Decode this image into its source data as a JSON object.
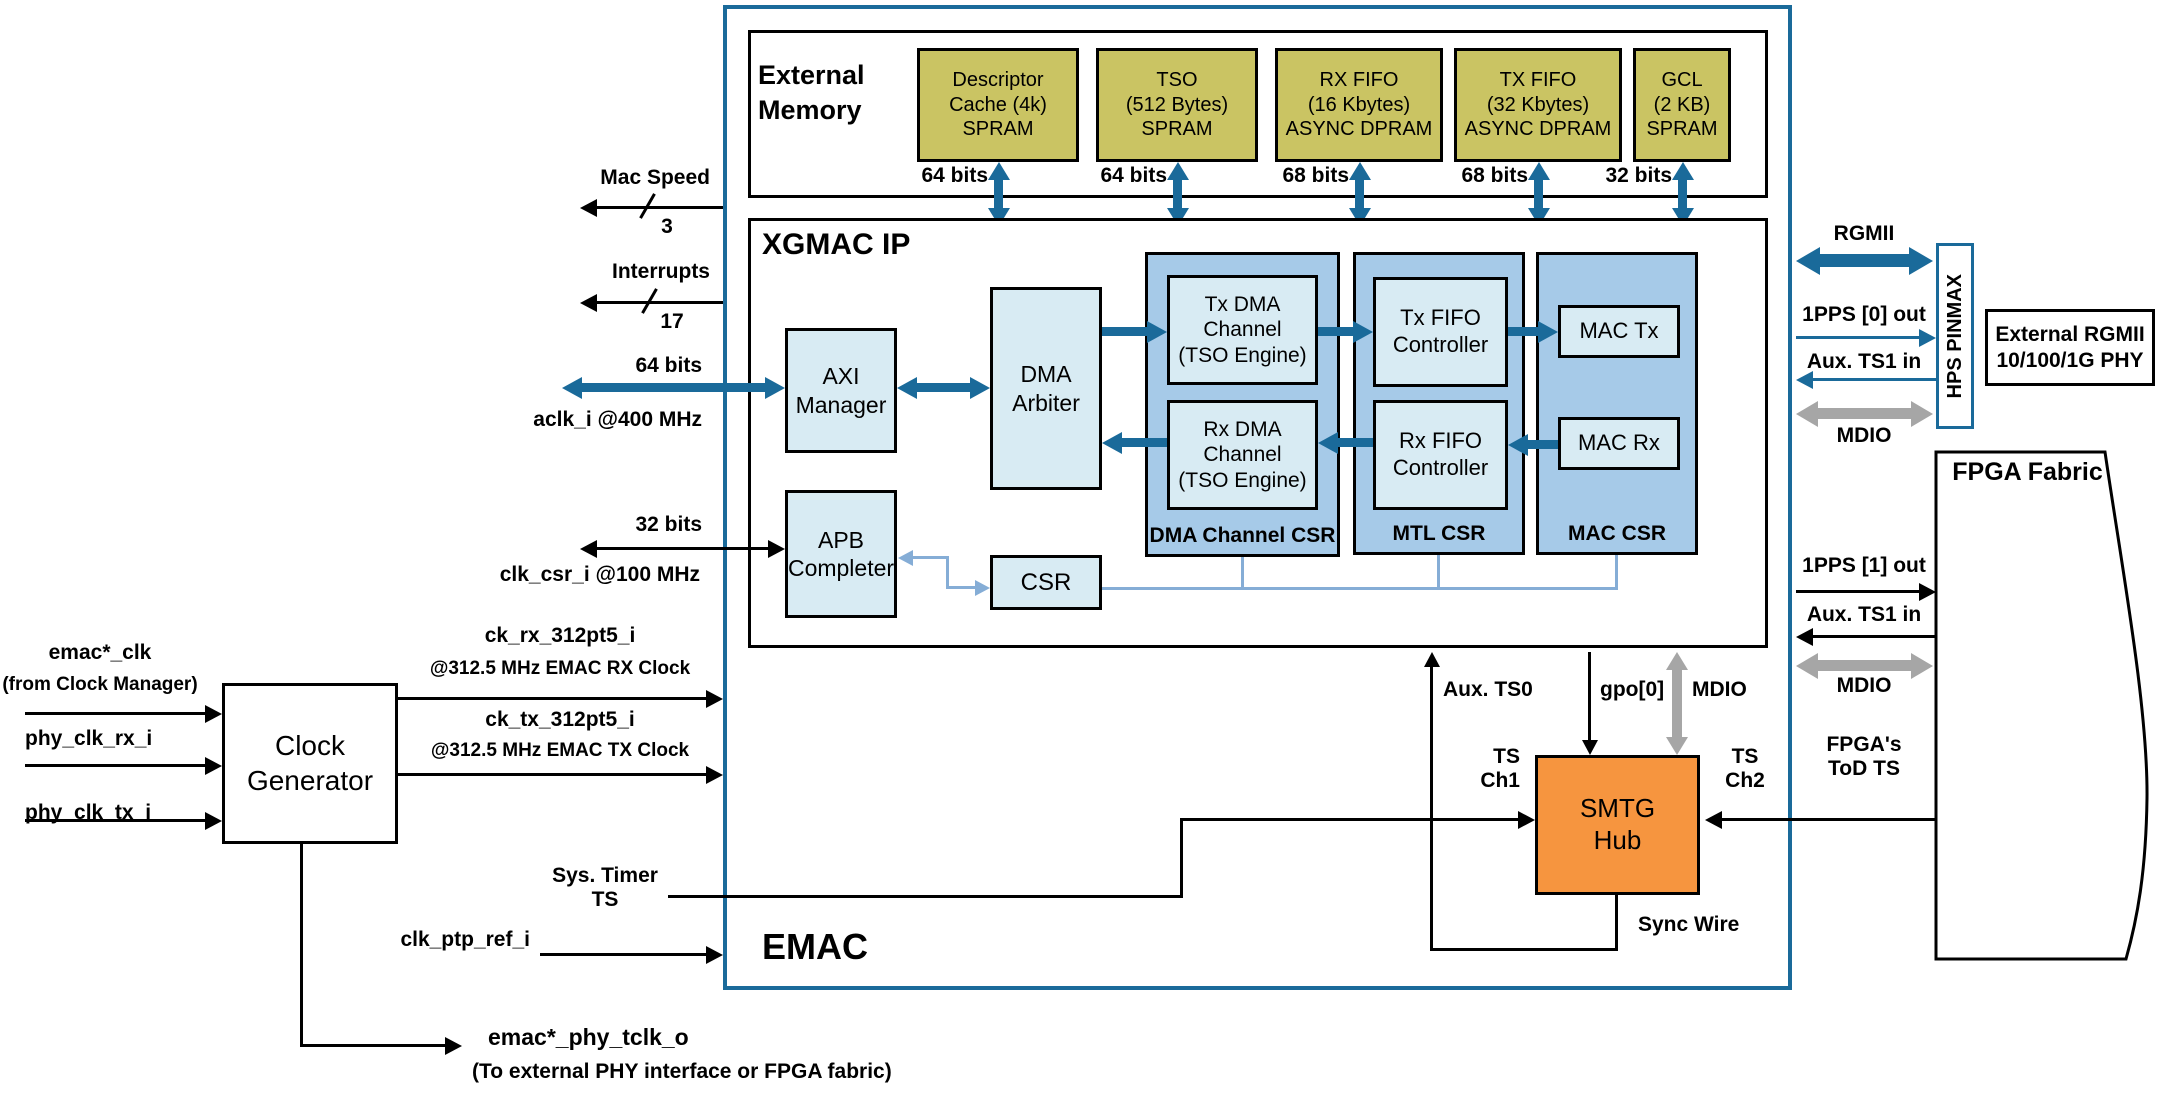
{
  "diagram": {
    "emac_label": "EMAC",
    "external_memory": {
      "title": "External\nMemory",
      "blocks": [
        {
          "name": "Descriptor\nCache (4k)\nSPRAM",
          "bus_width": "64 bits"
        },
        {
          "name": "TSO\n(512 Bytes)\nSPRAM",
          "bus_width": "64 bits"
        },
        {
          "name": "RX FIFO\n(16 Kbytes)\nASYNC DPRAM",
          "bus_width": "68 bits"
        },
        {
          "name": "TX FIFO\n(32 Kbytes)\nASYNC DPRAM",
          "bus_width": "68 bits"
        },
        {
          "name": "GCL\n(2 KB)\nSPRAM",
          "bus_width": "32 bits"
        }
      ]
    },
    "xgmac": {
      "title": "XGMAC IP",
      "axi_manager": "AXI\nManager",
      "apb_completer": "APB\nCompleter",
      "dma_arbiter": "DMA\nArbiter",
      "csr": "CSR",
      "dma_channel_csr": {
        "label": "DMA Channel CSR",
        "tx": "Tx DMA\nChannel\n(TSO Engine)",
        "rx": "Rx DMA\nChannel\n(TSO Engine)"
      },
      "mtl_csr": {
        "label": "MTL CSR",
        "tx": "Tx FIFO\nController",
        "rx": "Rx FIFO\nController"
      },
      "mac_csr": {
        "label": "MAC CSR",
        "tx": "MAC Tx",
        "rx": "MAC Rx"
      }
    },
    "hps_signals": {
      "mac_speed": "Mac Speed",
      "mac_speed_width": "3",
      "interrupts": "Interrupts",
      "interrupts_width": "17",
      "axi_bus": "64 bits",
      "axi_clock": "aclk_i @400 MHz",
      "apb_bus": "32 bits",
      "apb_clock": "clk_csr_i @100 MHz",
      "rx_clock": "ck_rx_312pt5_i",
      "rx_clock_note": "@312.5 MHz EMAC RX Clock",
      "tx_clock": "ck_tx_312pt5_i",
      "tx_clock_note": "@312.5 MHz EMAC TX Clock"
    },
    "clock_generator": {
      "label": "Clock\nGenerator",
      "emac_clk": "emac*_clk",
      "emac_clk_note": "(from Clock Manager)",
      "phy_clk_rx": "phy_clk_rx_i",
      "phy_clk_tx": "phy_clk_tx_i",
      "clk_ptp_ref": "clk_ptp_ref_i",
      "phy_tclk": "emac*_phy_tclk_o",
      "phy_tclk_note": "(To external PHY interface or FPGA fabric)"
    },
    "timing": {
      "sys_timer": "Sys. Timer\nTS",
      "smtg_hub": "SMTG\nHub",
      "ts_ch1": "TS\nCh1",
      "ts_ch2": "TS\nCh2",
      "aux_ts0": "Aux. TS0",
      "gpo": "gpo[0]",
      "mdio": "MDIO",
      "sync_wire": "Sync Wire",
      "fpga_tod": "FPGA's\nToD TS"
    },
    "phy_interface": {
      "rgmii": "RGMII",
      "pps0": "1PPS [0] out",
      "aux_ts1": "Aux. TS1 in",
      "mdio": "MDIO",
      "pinmux": "HPS PINMAX",
      "external_phy": "External RGMII\n10/100/1G PHY"
    },
    "fpga_interface": {
      "pps1": "1PPS [1] out",
      "aux_ts1": "Aux. TS1 in",
      "mdio": "MDIO",
      "fabric": "FPGA Fabric"
    }
  }
}
